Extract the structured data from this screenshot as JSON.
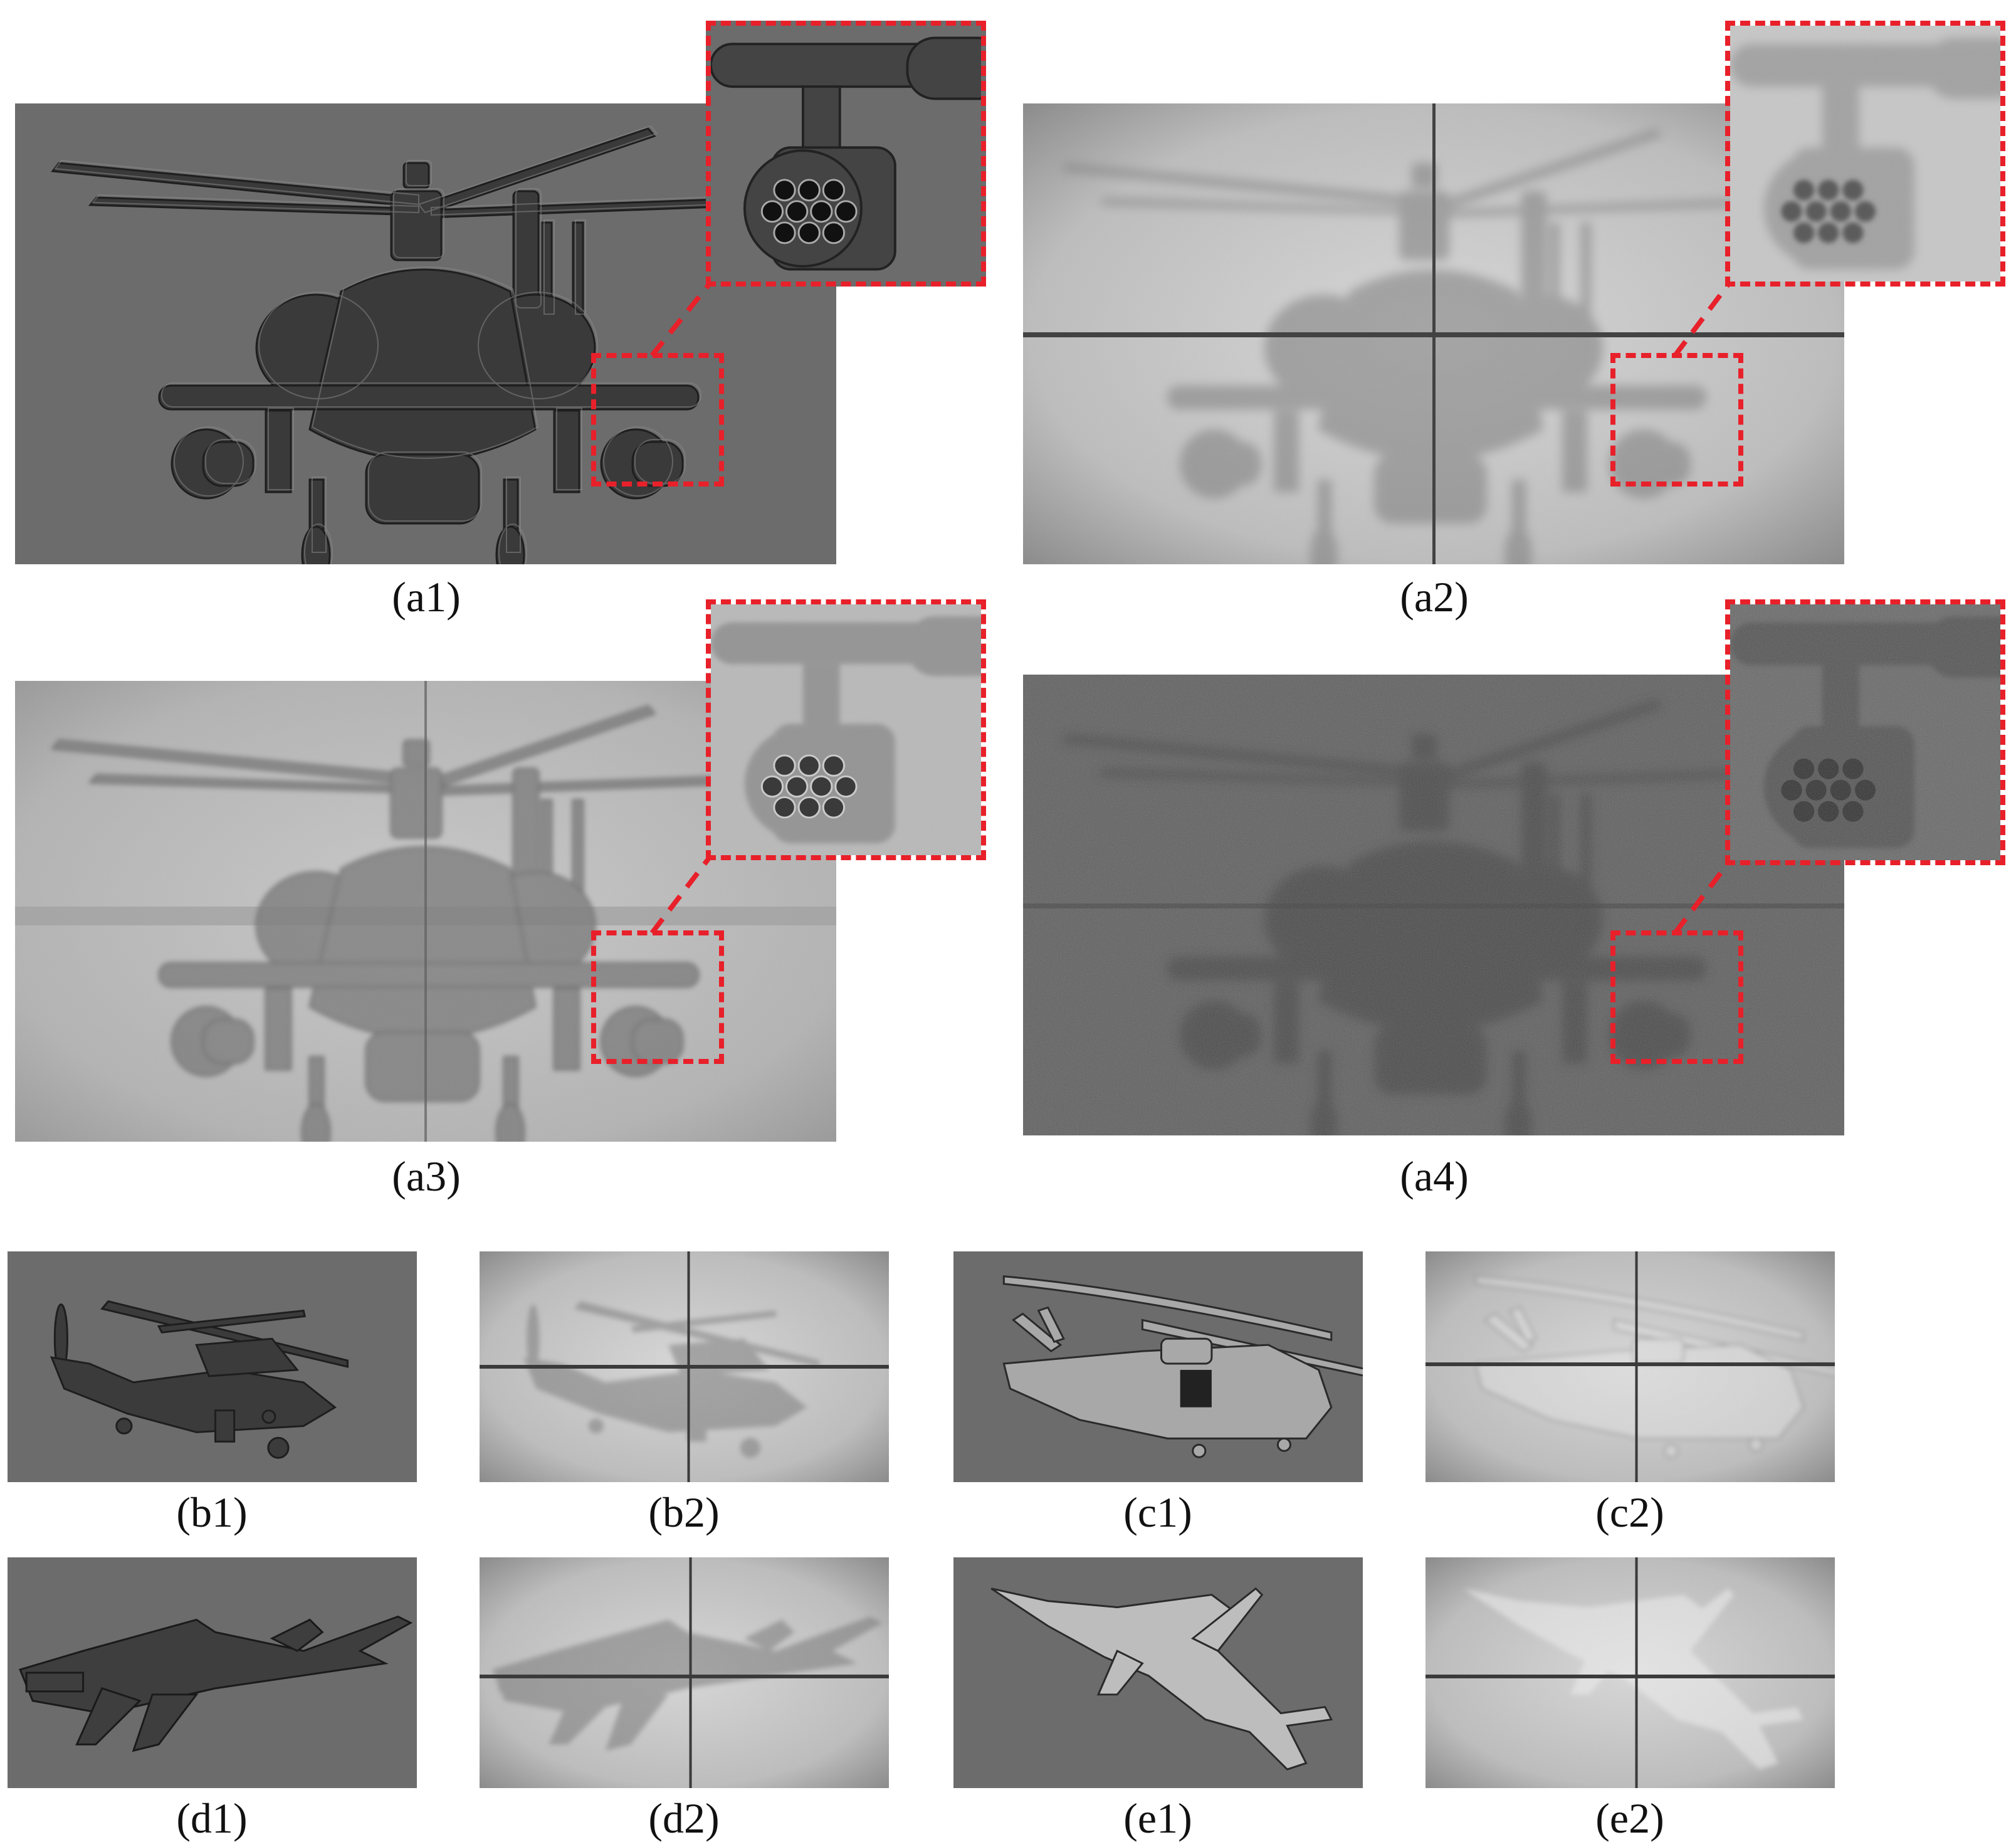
{
  "captions": {
    "a1": "(a1)",
    "a2": "(a2)",
    "a3": "(a3)",
    "a4": "(a4)",
    "b1": "(b1)",
    "b2": "(b2)",
    "c1": "(c1)",
    "c2": "(c2)",
    "d1": "(d1)",
    "d2": "(d2)",
    "e1": "(e1)",
    "e2": "(e2)"
  },
  "colors": {
    "highlight": "#e8202a",
    "clean_background": "#6c6c6c",
    "degraded_background": "#bdbdbd",
    "noisy_background": "#5b5b5b"
  },
  "subjects": {
    "a": "attack-helicopter-front-view",
    "b": "attack-helicopter-side-view",
    "c": "transport-helicopter-side-view",
    "d": "stealth-fighter-side-view",
    "e": "stealth-fighter-top-view"
  }
}
